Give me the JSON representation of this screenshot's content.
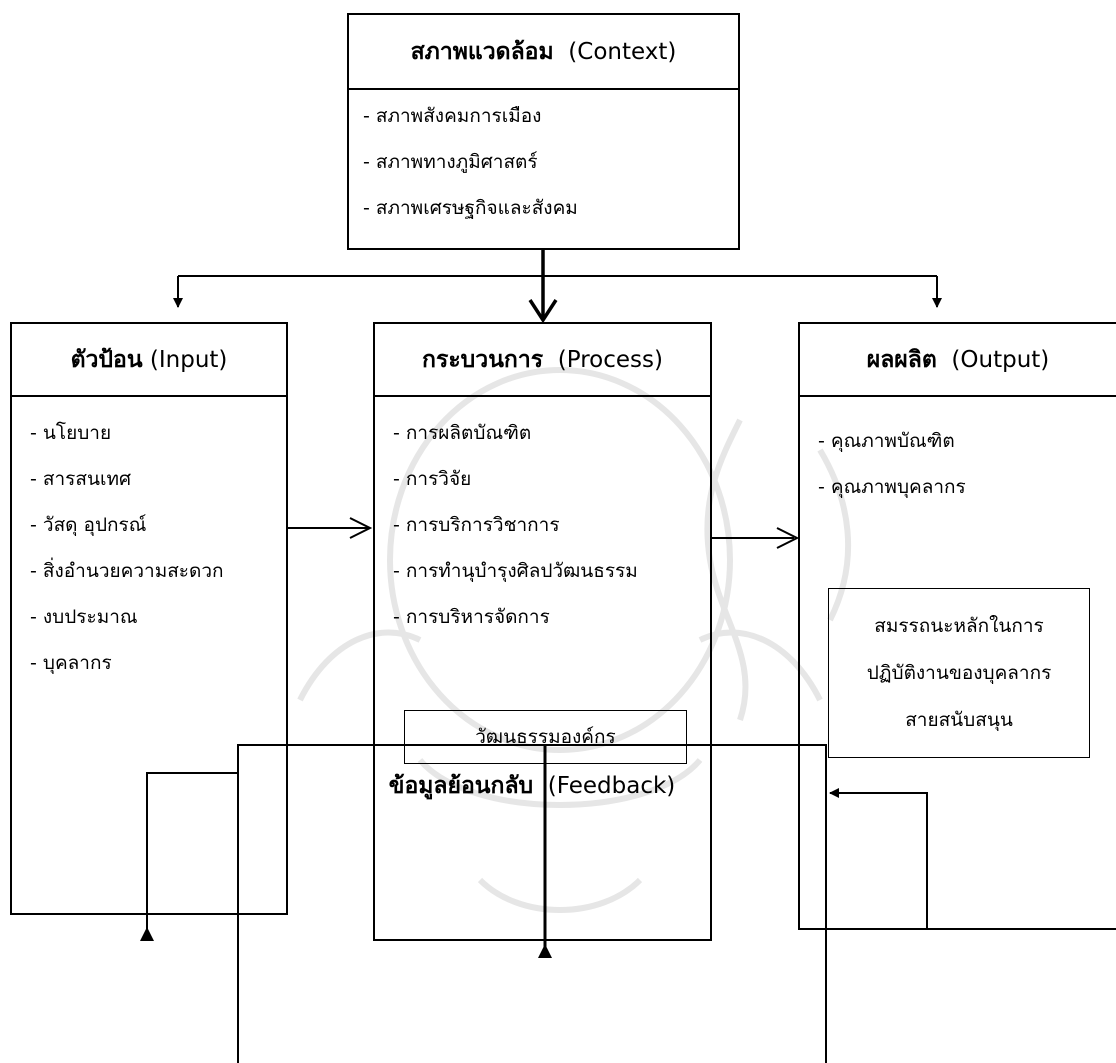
{
  "context": {
    "title_th": "สภาพแวดล้อม",
    "title_en": "(Context)",
    "items": [
      "- สภาพสังคมการเมือง",
      "- สภาพทางภูมิศาสตร์",
      "- สภาพเศรษฐกิจและสังคม"
    ]
  },
  "input": {
    "title_th": "ตัวป้อน",
    "title_en": "(Input)",
    "items": [
      "- นโยบาย",
      "- สารสนเทศ",
      "- วัสดุ อุปกรณ์",
      "- สิ่งอำนวยความสะดวก",
      "- งบประมาณ",
      "- บุคลากร"
    ]
  },
  "process": {
    "title_th": "กระบวนการ",
    "title_en": "(Process)",
    "items": [
      "- การผลิตบัณฑิต",
      "- การวิจัย",
      "- การบริการวิชาการ",
      "- การทำนุบำรุงศิลปวัฒนธรรม",
      "- การบริหารจัดการ"
    ],
    "inner_box": "วัฒนธรรมองค์กร"
  },
  "output": {
    "title_th": "ผลผลิต",
    "title_en": "(Output)",
    "items": [
      "- คุณภาพบัณฑิต",
      "- คุณภาพบุคลากร"
    ],
    "inner_lines": [
      "สมรรถนะหลักในการ",
      "ปฏิบัติงานของบุคลากร",
      "สายสนับสนุน"
    ]
  },
  "feedback": {
    "title_th": "ข้อมูลย้อนกลับ",
    "title_en": "(Feedback)"
  }
}
